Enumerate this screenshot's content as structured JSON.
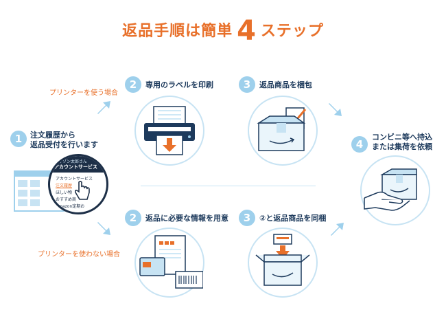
{
  "title": {
    "prefix": "返品手順は簡単",
    "number": "4",
    "suffix": "ステップ"
  },
  "routes": {
    "with_printer": "プリンターを使う場合",
    "without_printer": "プリンターを使わない場合"
  },
  "steps": {
    "s1": {
      "num": "1",
      "label": "注文履歴から\n返品受付を行います"
    },
    "s2a": {
      "num": "2",
      "label": "専用のラベルを印刷"
    },
    "s3a": {
      "num": "3",
      "label": "返品商品を梱包"
    },
    "s2b": {
      "num": "2",
      "label": "返品に必要な情報を用意"
    },
    "s3b": {
      "num": "3",
      "label": "②と返品商品を同梱"
    },
    "s4": {
      "num": "4",
      "label": "コンビニ等へ持込\nまたは集荷を依頼"
    }
  },
  "zoom_menu": {
    "user": "アマゾン太郎さん",
    "header": "アカウントサービス",
    "items": [
      "アカウントサービス",
      "注文履歴",
      "ほしい物",
      "おすすめ商",
      "Amazon定期お"
    ]
  },
  "colors": {
    "accent": "#e8702a",
    "navy": "#1d3a5c",
    "light_blue": "#9ed0ec",
    "pale_blue": "#c7e3f3"
  },
  "icons": [
    "printer-icon",
    "box-check-icon",
    "documents-icon",
    "open-box-icon",
    "hand-box-icon",
    "cursor-hand-icon",
    "arrow-icon"
  ]
}
